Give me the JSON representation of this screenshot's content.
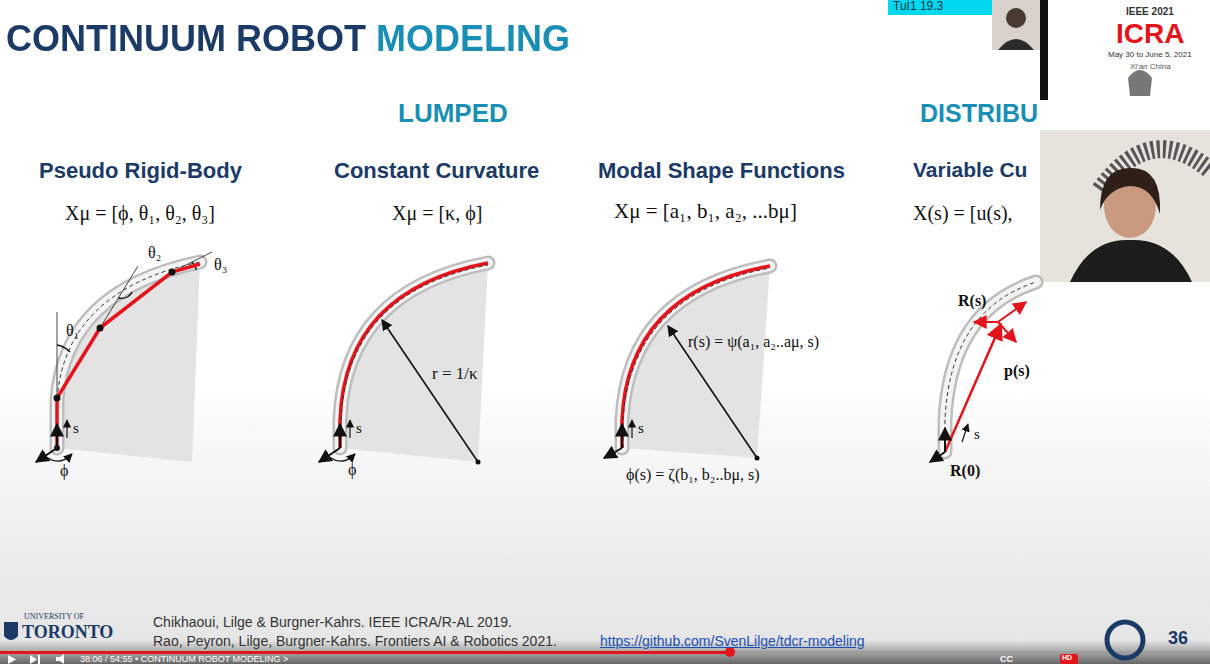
{
  "diagram": {
    "title": "CONTINUUM ROBOT MODELING",
    "labels": [
      "TuI1 19.3",
      "IEEE 2021",
      "ICRA",
      "May 30 to June 5, 2021",
      "Xi'an China",
      "LUMPED",
      "DISTRIBU",
      "Pseudo Rigid-Body",
      "Constant Curvature",
      "Modal Shape Functions",
      "Variable Cu",
      "Xμ = [ϕ, θ₁, θ₂, θ₃]",
      "Xμ = [κ, ϕ]",
      "Xμ = [a₁, b₁, a₂, ...bμ]",
      "X(s) = [u(s),",
      "θ₂",
      "θ₃",
      "θ₁",
      "s",
      "ϕ",
      "r = 1/κ",
      "s",
      "ϕ",
      "r(s) = ψ(a₁, a₂..aμ, s)",
      "s",
      "ϕ(s) = ζ(b₁, b₂..bμ, s)",
      "R(s)",
      "p(s)",
      "s",
      "R(0)",
      "UNIVERSITY OF",
      "TORONTO",
      "Chikhaoui, Lilge & Burgner-Kahrs. IEEE ICRA/R-AL 2019.",
      "Rao, Peyron, Lilge, Burgner-Kahrs. Frontiers AI & Robotics 2021.",
      "https://github.com/SvenLilge/tdcr-modeling",
      "38:06 / 54:55 • CONTINUUM ROBOT MODELING >",
      "CC",
      "HD",
      "36"
    ]
  }
}
